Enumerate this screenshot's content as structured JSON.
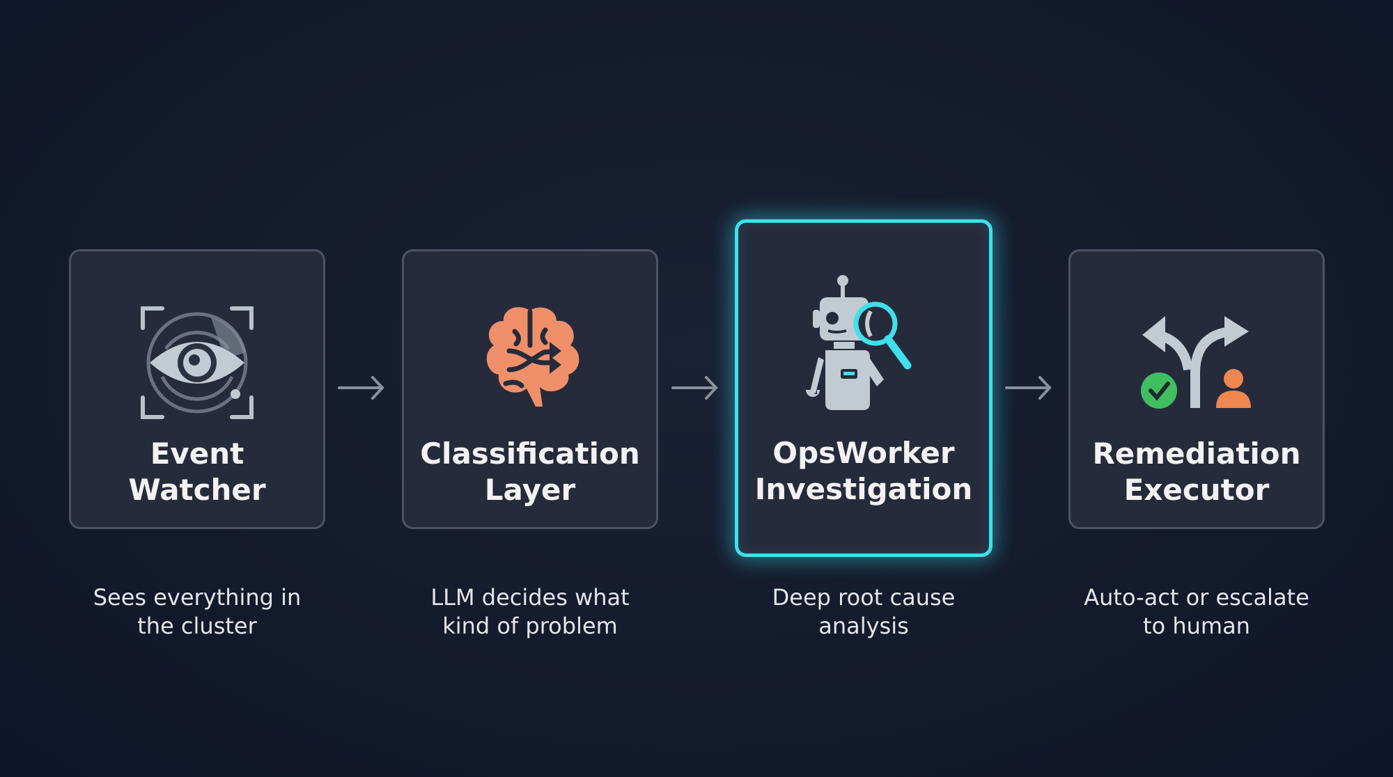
{
  "steps": [
    {
      "title_1": "Event",
      "title_2": "Watcher",
      "description_1": "Sees everything in",
      "description_2": "the cluster",
      "icon": "eye-watch-icon"
    },
    {
      "title_1": "Classification",
      "title_2": "Layer",
      "description_1": "LLM decides what",
      "description_2": "kind of problem",
      "icon": "brain-icon"
    },
    {
      "title_1": "OpsWorker",
      "title_2": "Investigation",
      "description_1": "Deep root cause",
      "description_2": "analysis",
      "icon": "robot-magnifier-icon"
    },
    {
      "title_1": "Remediation",
      "title_2": "Executor",
      "description_1": "Auto-act or escalate",
      "description_2": "to human",
      "icon": "fork-arrows-icon"
    }
  ],
  "colors": {
    "accent": "#3fe0ea",
    "brain": "#f0906a",
    "check": "#3fbf60",
    "person": "#f0864f",
    "icon_gray": "#c2cbd3"
  }
}
